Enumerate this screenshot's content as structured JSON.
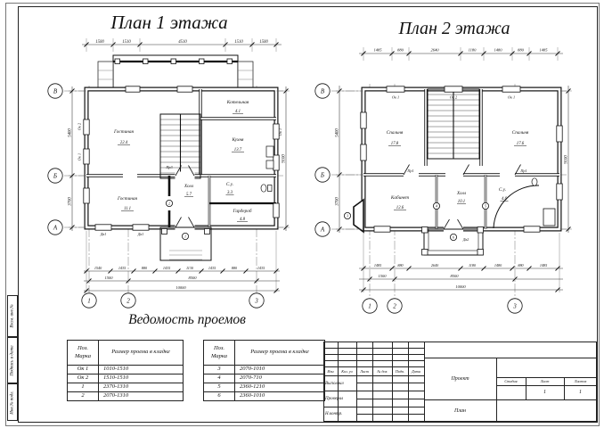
{
  "sheet": {
    "side_labels": [
      "Взам. инв.№",
      "Подпись и дата",
      "Инв.№ подл."
    ]
  },
  "plan1": {
    "title": "План 1 этажа",
    "axis_cols": [
      "1",
      "2",
      "3"
    ],
    "axis_rows": [
      "В",
      "Б",
      "А"
    ],
    "rooms": [
      {
        "name": "Гостиная",
        "area": "22.4"
      },
      {
        "name": "Котельная",
        "area": "4.1"
      },
      {
        "name": "Кухня",
        "area": "13.7"
      },
      {
        "name": "Гостиная",
        "area": "11.1"
      },
      {
        "name": "Холл",
        "area": "5.7"
      },
      {
        "name": "С.у.",
        "area": "3.3"
      },
      {
        "name": "Гардероб",
        "area": "4.8"
      }
    ],
    "marks": [
      "Ок 2",
      "Ок 1",
      "Ок 1",
      "Дв1",
      "Дв1",
      "Пр3"
    ],
    "pos_marks": [
      "1",
      "2"
    ],
    "dims_top": [
      "1500",
      "1510",
      "4510",
      "1510",
      "1500"
    ],
    "dims_bottom_segs": [
      "1540",
      "1435",
      "880",
      "1435",
      "1130",
      "1435",
      "880",
      "1435"
    ],
    "dims_bottom": [
      "1500",
      "8500"
    ],
    "dim_bottom_total": "10000",
    "dims_left": [
      "5400",
      "3700"
    ],
    "dim_right_total": "9100"
  },
  "plan2": {
    "title": "План 2 этажа",
    "axis_cols": [
      "1",
      "2",
      "3"
    ],
    "axis_rows": [
      "В",
      "Б",
      "А"
    ],
    "rooms": [
      {
        "name": "Спальня",
        "area": "17.8"
      },
      {
        "name": "Спальня",
        "area": "17.6"
      },
      {
        "name": "Кабинет",
        "area": "12.6"
      },
      {
        "name": "Холл",
        "area": "10.1"
      },
      {
        "name": "С.у.",
        "area": "4.6"
      }
    ],
    "marks": [
      "Ок 1",
      "Ок 2",
      "Ок 1",
      "Пр1",
      "Пр1",
      "Дв2"
    ],
    "pos_marks": [
      "3",
      "4",
      "5",
      "6"
    ],
    "dims_top": [
      "1485",
      "880",
      "2640",
      "1180",
      "1480",
      "880",
      "1485"
    ],
    "dims_bottom_segs": [
      "1485",
      "880",
      "2640",
      "1180",
      "1480",
      "880",
      "1485"
    ],
    "dims_bottom": [
      "1500",
      "8500"
    ],
    "dim_bottom_total": "10000",
    "dims_left": [
      "5400",
      "3700"
    ],
    "dim_right_total": "9100"
  },
  "openings": {
    "title": "Ведомость проемов",
    "col_pos": "Поз. Марка",
    "col_size": "Размер проема в кладке",
    "left_rows": [
      [
        "Ок 1",
        "1010-1510"
      ],
      [
        "Ок 2",
        "1510-1510"
      ],
      [
        "1",
        "2370-1310"
      ],
      [
        "2",
        "2070-1310"
      ]
    ],
    "right_rows": [
      [
        "3",
        "2070-1010"
      ],
      [
        "4",
        "2070-710"
      ],
      [
        "5",
        "2360-1210"
      ],
      [
        "6",
        "2360-1010"
      ]
    ]
  },
  "stamp": {
    "header_cols": [
      "Изм",
      "Кол. уч",
      "Лист",
      "№ док",
      "Подп.",
      "Дата"
    ],
    "roles": [
      "Выполнил",
      "Проверил",
      "Н.контр."
    ],
    "project": "Проект",
    "drawing": "План",
    "stage_cols": [
      "Стадия",
      "Лист",
      "Листов"
    ],
    "sheet_num": "1",
    "sheets_total": "1"
  }
}
